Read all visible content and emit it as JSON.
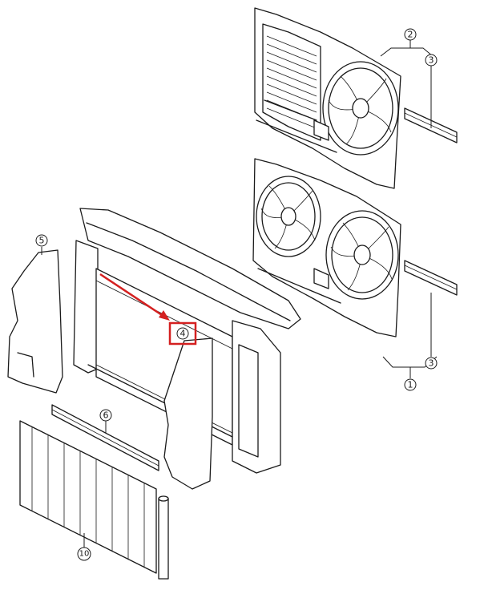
{
  "callouts": [
    {
      "id": "c2",
      "label": "2"
    },
    {
      "id": "c3a",
      "label": "3"
    },
    {
      "id": "c5",
      "label": "5"
    },
    {
      "id": "c4",
      "label": "4"
    },
    {
      "id": "c6",
      "label": "6"
    },
    {
      "id": "c3b",
      "label": "3"
    },
    {
      "id": "c1",
      "label": "1"
    },
    {
      "id": "c10",
      "label": "10"
    }
  ],
  "colors": {
    "line": "#1a1a1a",
    "highlight": "#d42020",
    "background": "#ffffff"
  },
  "highlight_target": "4"
}
